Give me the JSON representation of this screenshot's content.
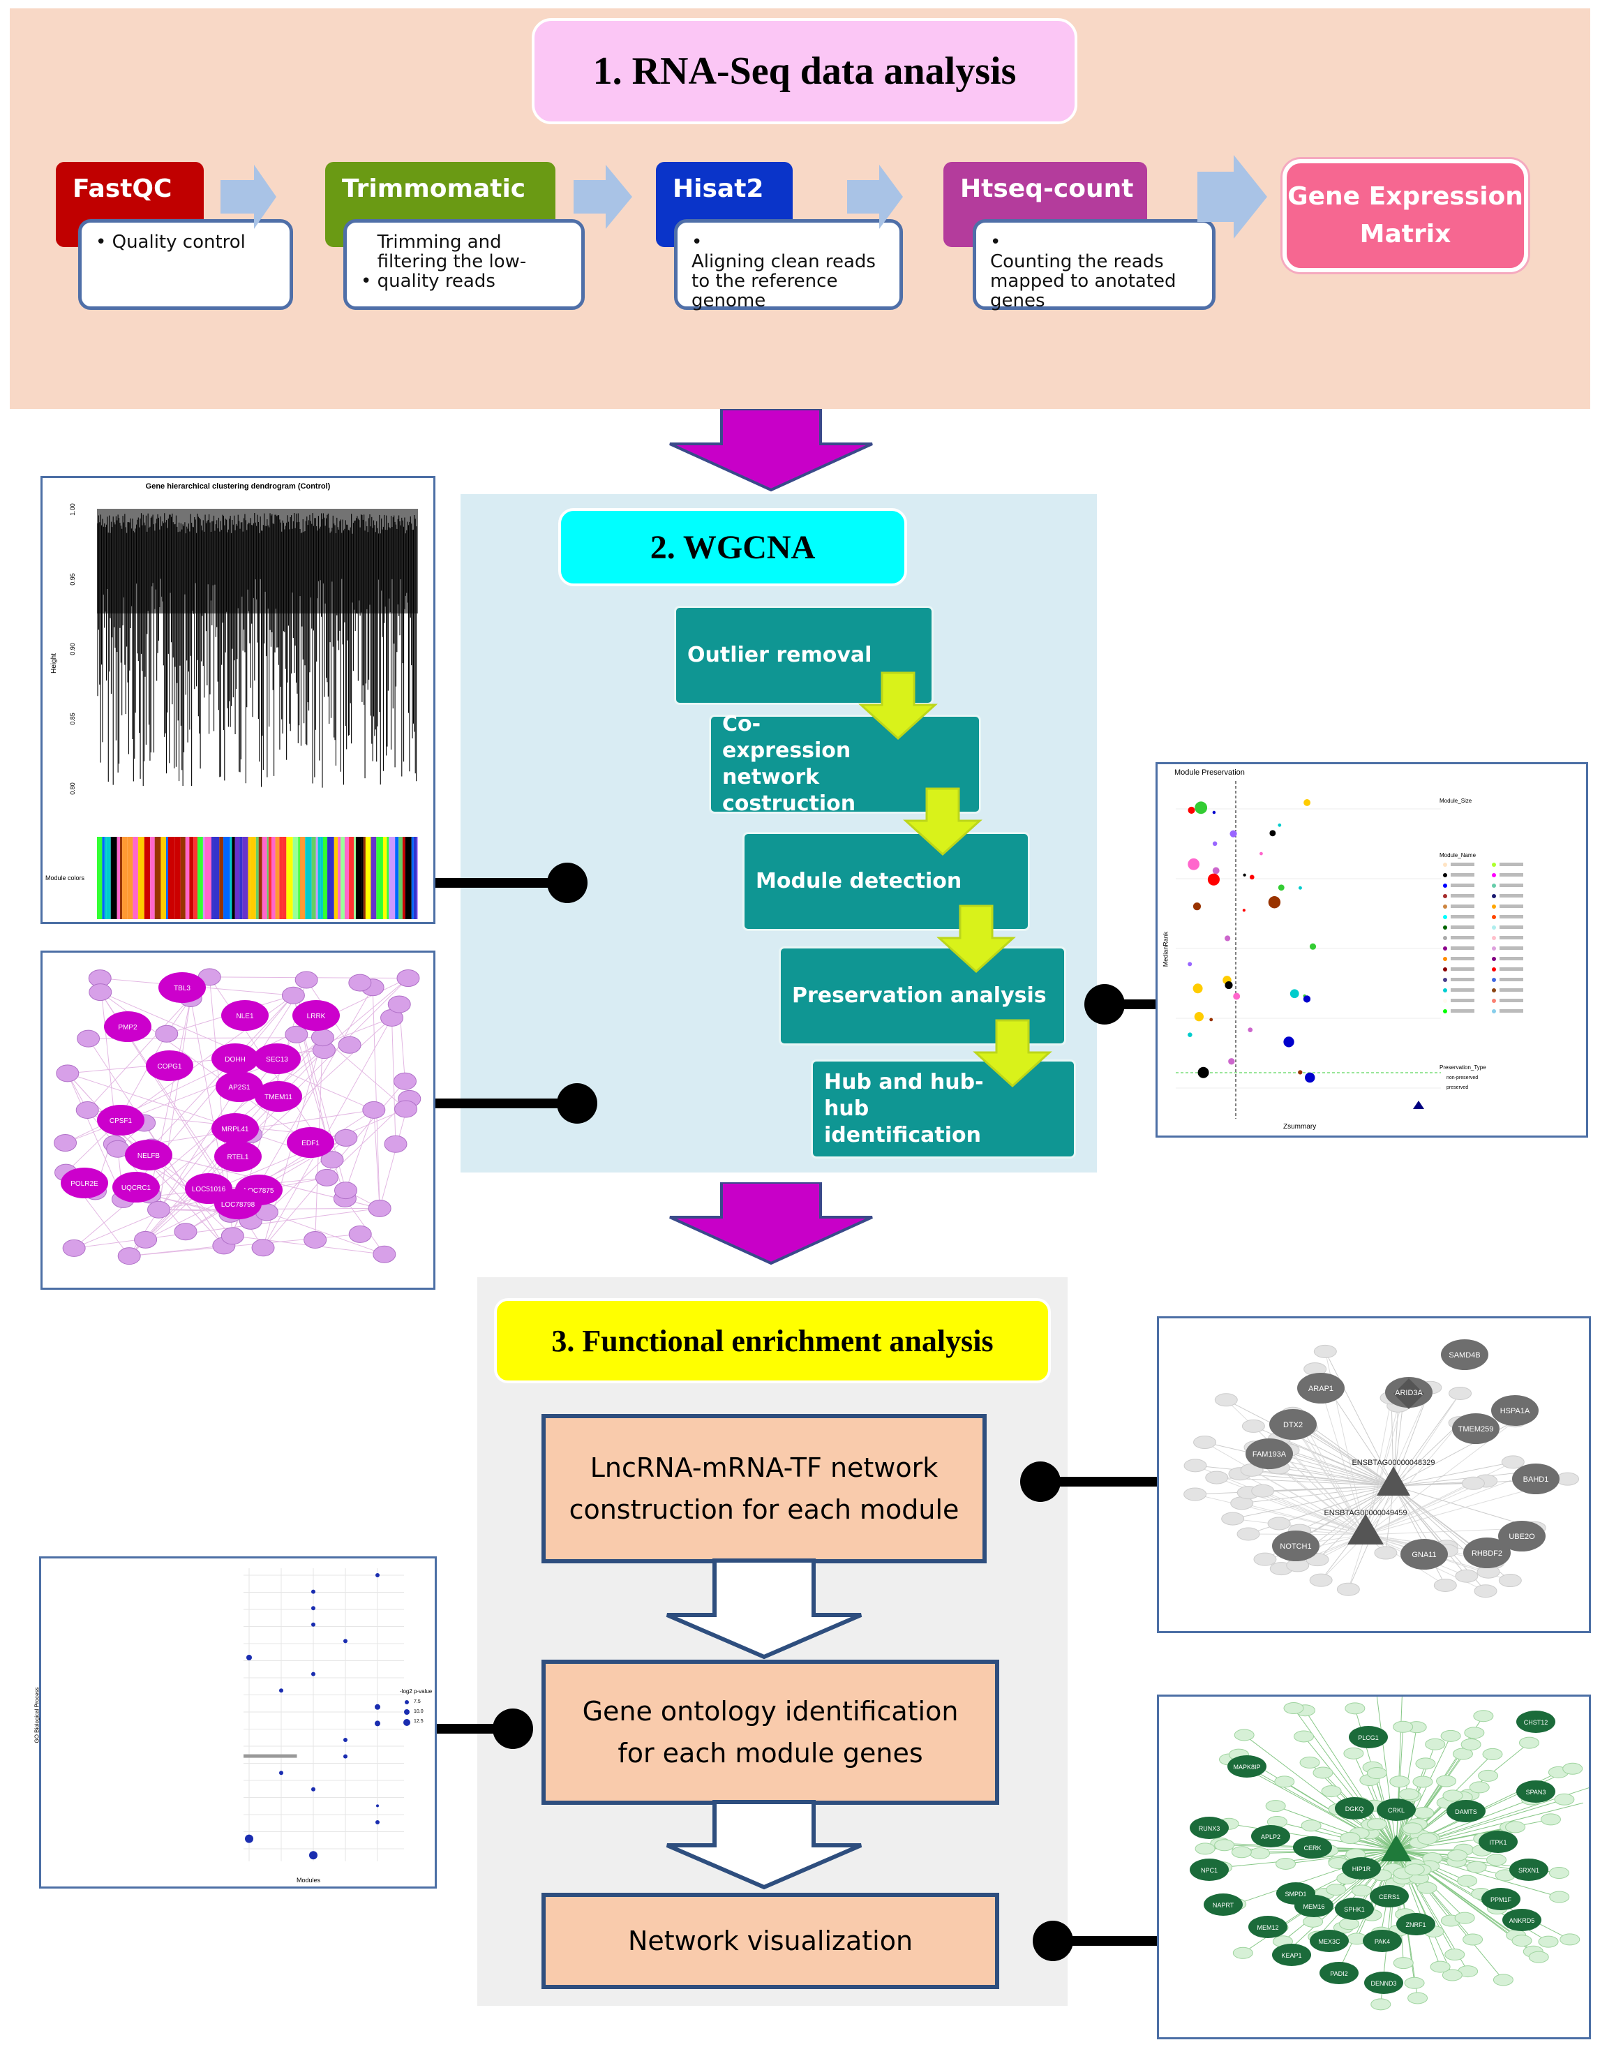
{
  "section1": {
    "title": "1. RNA-Seq data analysis",
    "tools": [
      {
        "name": "FastQC",
        "description": "Quality control",
        "color": "#c00000"
      },
      {
        "name": "Trimmomatic",
        "description": "Trimming and filtering the low-quality reads",
        "color": "#6a9a14"
      },
      {
        "name": "Hisat2",
        "description": "Aligning clean reads to the reference genome",
        "color": "#0a34c9"
      },
      {
        "name": "Htseq-count",
        "description": "Counting the reads mapped to anotated genes",
        "color": "#b43c9c"
      }
    ],
    "output": "Gene Expression Matrix"
  },
  "section2": {
    "title": "2. WGCNA",
    "steps": [
      "Outlier removal",
      "Co-expression network costruction",
      "Module detection",
      "Preservation analysis",
      "Hub and hub-hub identification"
    ],
    "dendrogram": {
      "title": "Gene hierarchical clustering dendrogram (Control)",
      "ylabel": "Height",
      "yticks": [
        "1.00",
        "0.95",
        "0.90",
        "0.85",
        "0.80"
      ],
      "colors_label": "Module colors"
    },
    "preservation": {
      "title": "Module Preservation",
      "xlabel": "Zsummary",
      "ylabel": "MedianRank",
      "legend_size_title": "Module_Size",
      "legend_name_title": "Module_Name",
      "legend_type_title": "Preservation_Type",
      "types": [
        "non-preserved",
        "preserved"
      ]
    },
    "network_nodes": [
      "TBL3",
      "NLE1",
      "LRRK",
      "PMP2",
      "COPG1",
      "DOHH",
      "SEC13",
      "AP2S1",
      "TMEM11",
      "CPSF1",
      "MRPL41",
      "EDF1",
      "NELFB",
      "RTEL1",
      "LOC7875",
      "POLR2E",
      "UQCRC1",
      "LOC51016",
      "LOC78798"
    ]
  },
  "section3": {
    "title": "3. Functional enrichment analysis",
    "boxes": [
      "LncRNA-mRNA-TF network construction for each module",
      "Gene ontology identification for each module genes",
      "Network visualization"
    ],
    "go_chart": {
      "ylabel": "GO Biological Process",
      "xlabel": "Modules",
      "legend_title": "-log2 p-value",
      "legend_values": [
        "7.5",
        "10.0",
        "12.5"
      ]
    },
    "network1_nodes": [
      "SAMD4B",
      "ARAP1",
      "ARID3A",
      "HSPA1A",
      "DTX2",
      "TMEM259",
      "FAM193A",
      "ENSBTAG00000048329",
      "BAHD1",
      "ENSBTAG00000049459",
      "UBE2O",
      "NOTCH1",
      "GNA11",
      "RHBDF2"
    ],
    "network2_nodes": [
      "CHST12",
      "PLCG1",
      "MAPK8IP",
      "SPAN3",
      "DGKQ",
      "CRKL",
      "DAMTS",
      "RUNX3",
      "APLP2",
      "CERK",
      "ITPK1",
      "NPC1",
      "HIP1R",
      "SRXN1",
      "NAPRT",
      "SMPD1",
      "CERS1",
      "PPM1F",
      "MEM12",
      "MEM16",
      "SPHK1",
      "ANKRD5",
      "ZNRF1",
      "KEAP1",
      "MEX3C",
      "PAK4",
      "PADI2",
      "DENND3"
    ]
  },
  "colors": {
    "section1_bg": "#f8d8c6",
    "section2_bg": "#d9ecf3",
    "section3_bg": "#efefef",
    "teal": "#0f9693",
    "arrow_magenta": "#c800c8",
    "arrow_yellow": "#d9f21a"
  }
}
